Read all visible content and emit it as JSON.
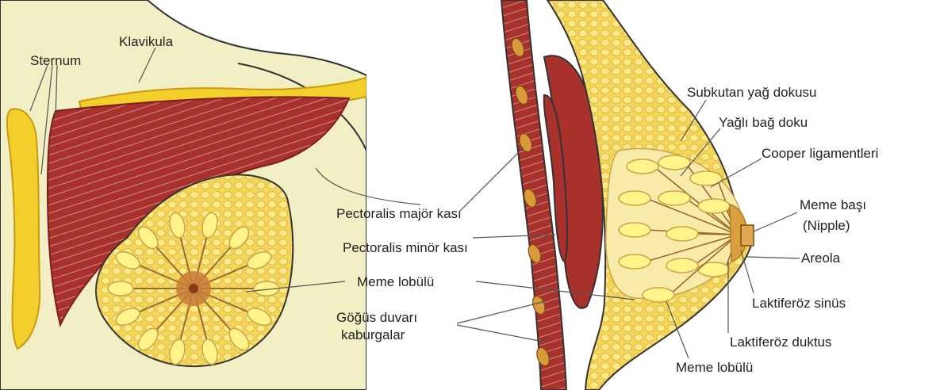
{
  "labels": {
    "klavikula": "Klavikula",
    "sternum": "Sternum",
    "subkutan": "Subkutan yağ dokusu",
    "yagli_bag": "Yağlı bağ doku",
    "cooper": "Cooper ligamentleri",
    "meme_basi_1": "Meme başı",
    "meme_basi_2": "(Nipple)",
    "pect_major": "Pectoralis majör kası",
    "pect_minor": "Pectoralis minör kası",
    "areola": "Areola",
    "meme_lobulu_center": "Meme lobülü",
    "laktiferoz_sinus": "Laktiferöz sinüs",
    "gogus_1": "Göğüs duvarı",
    "gogus_2": "kaburgalar",
    "laktiferoz_duktus": "Laktiferöz duktus",
    "meme_lobulu_bottom": "Meme lobülü"
  },
  "colors": {
    "skin": "#f3efc4",
    "bone": "#f2cf2a",
    "bone_dark": "#c99a12",
    "muscle": "#a8322b",
    "muscle_dark": "#7a1f1b",
    "fat": "#f7dc6a",
    "lobule": "#fff48a",
    "duct": "#9b6a30",
    "leader": "#555555"
  }
}
